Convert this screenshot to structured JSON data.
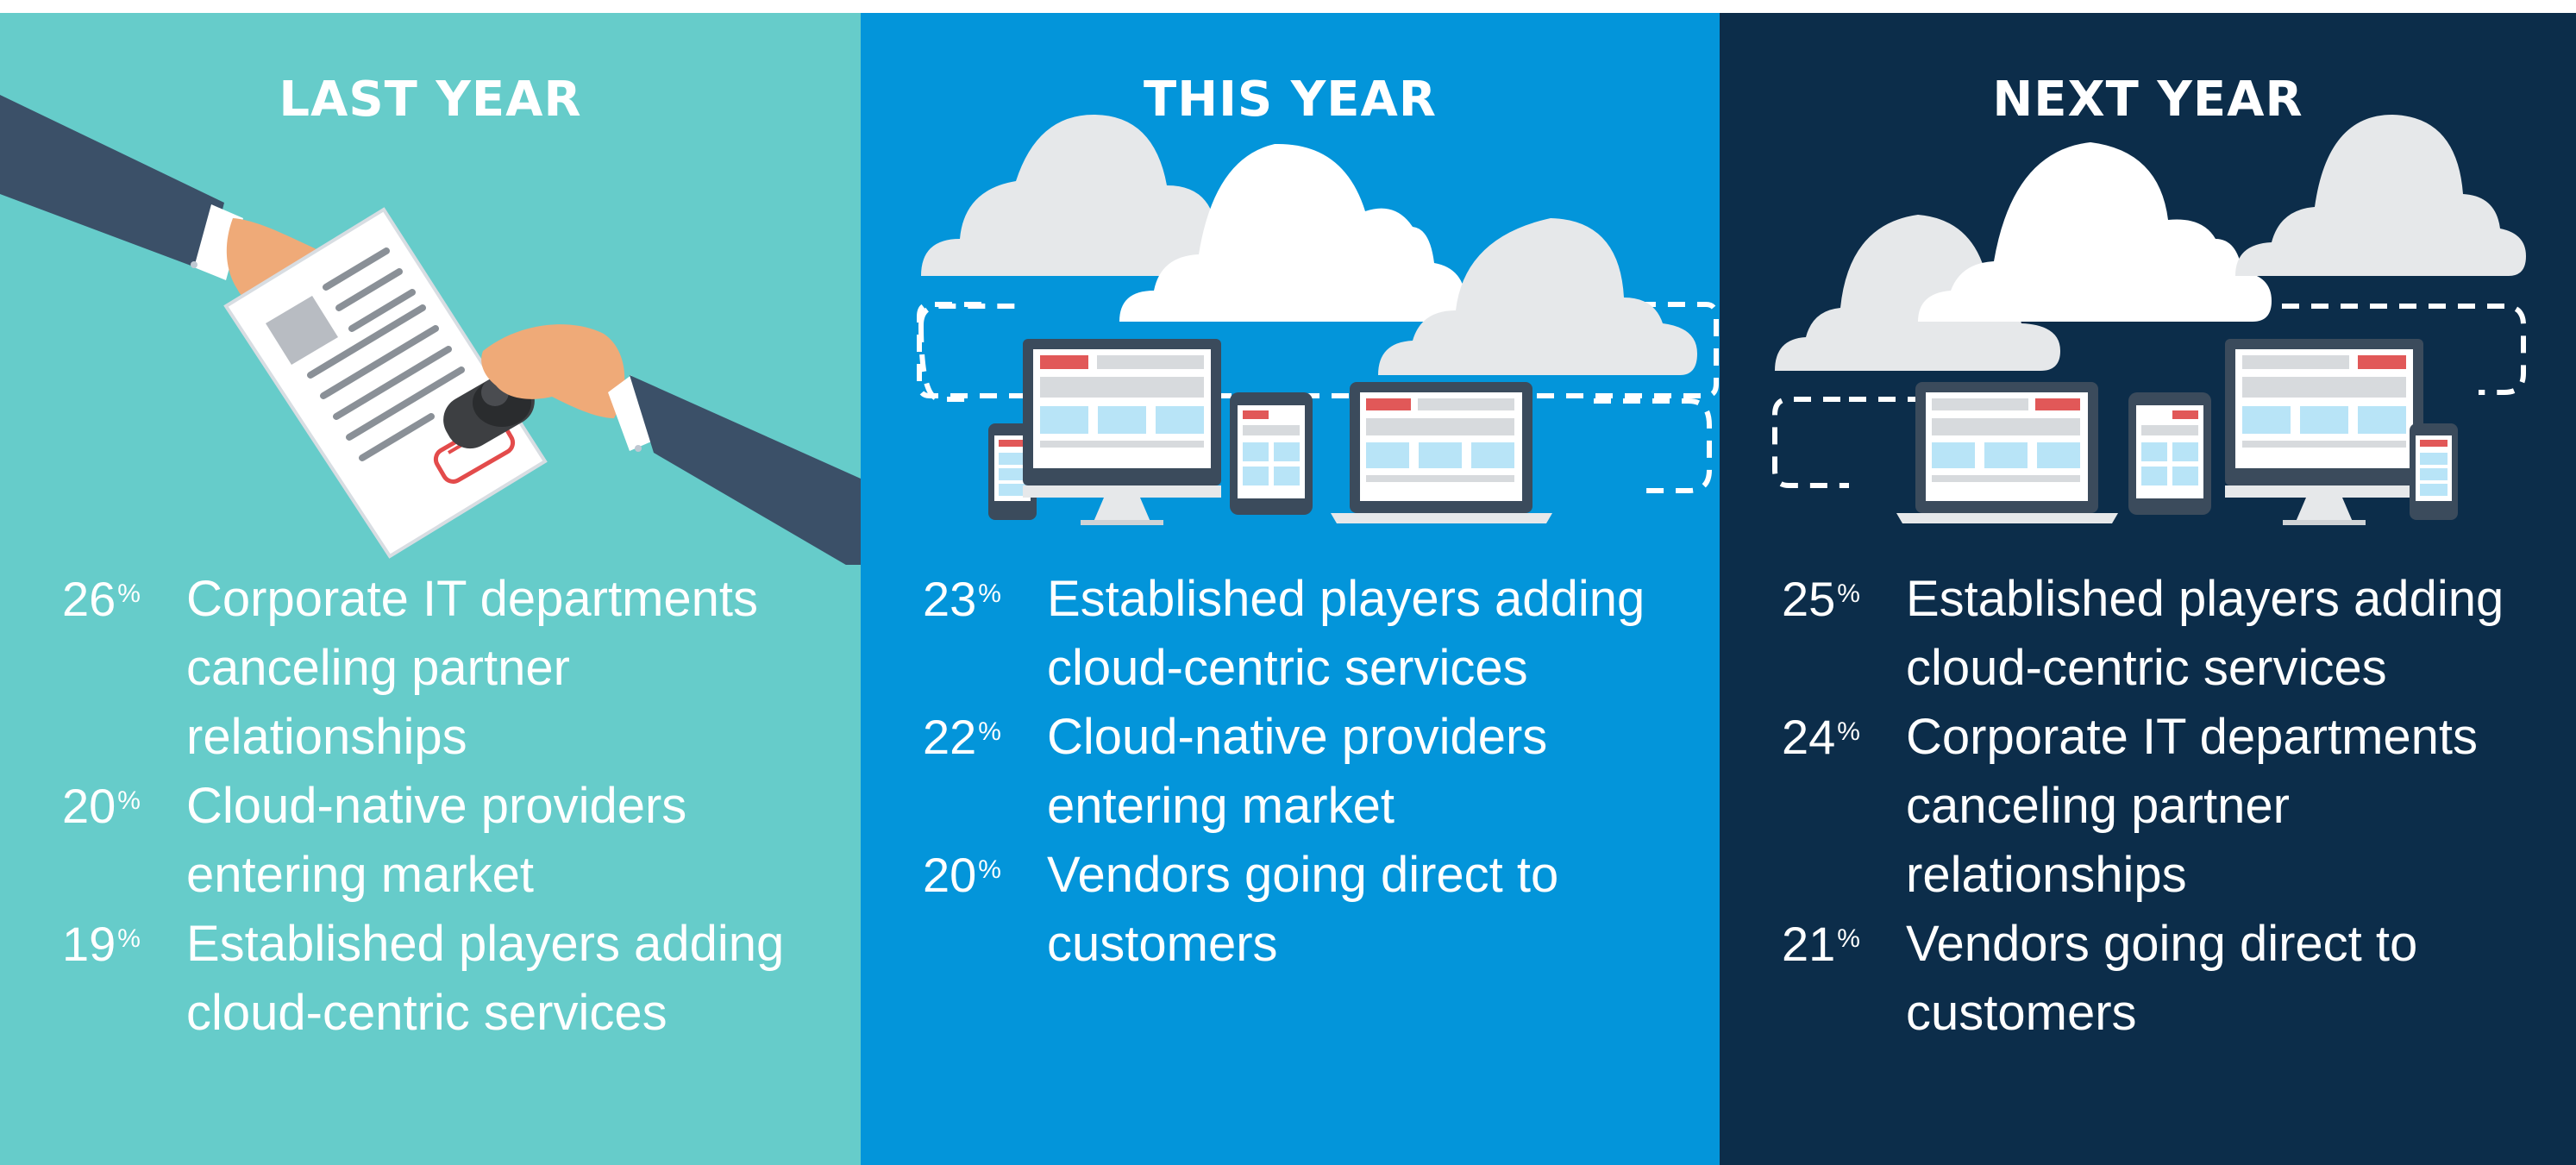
{
  "panels": [
    {
      "title": "LAST YEAR",
      "bg": "#66ccca",
      "illustration": "hands-stamping-document",
      "stats": [
        {
          "value": "26",
          "unit": "%",
          "label": "Corporate IT departments canceling partner relationships"
        },
        {
          "value": "20",
          "unit": "%",
          "label": "Cloud-native providers entering market"
        },
        {
          "value": "19",
          "unit": "%",
          "label": "Established players adding cloud-centric services"
        }
      ]
    },
    {
      "title": "THIS YEAR",
      "bg": "#0395da",
      "illustration": "clouds-and-devices",
      "stats": [
        {
          "value": "23",
          "unit": "%",
          "label": "Established players adding cloud-centric services"
        },
        {
          "value": "22",
          "unit": "%",
          "label": "Cloud-native providers entering market"
        },
        {
          "value": "20",
          "unit": "%",
          "label": "Vendors going direct to customers"
        }
      ]
    },
    {
      "title": "NEXT YEAR",
      "bg": "#0c2d4a",
      "illustration": "clouds-and-devices",
      "stats": [
        {
          "value": "25",
          "unit": "%",
          "label": "Established players adding cloud-centric services"
        },
        {
          "value": "24",
          "unit": "%",
          "label": "Corporate IT departments canceling partner relationships"
        },
        {
          "value": "21",
          "unit": "%",
          "label": "Vendors going direct to customers"
        }
      ]
    }
  ]
}
